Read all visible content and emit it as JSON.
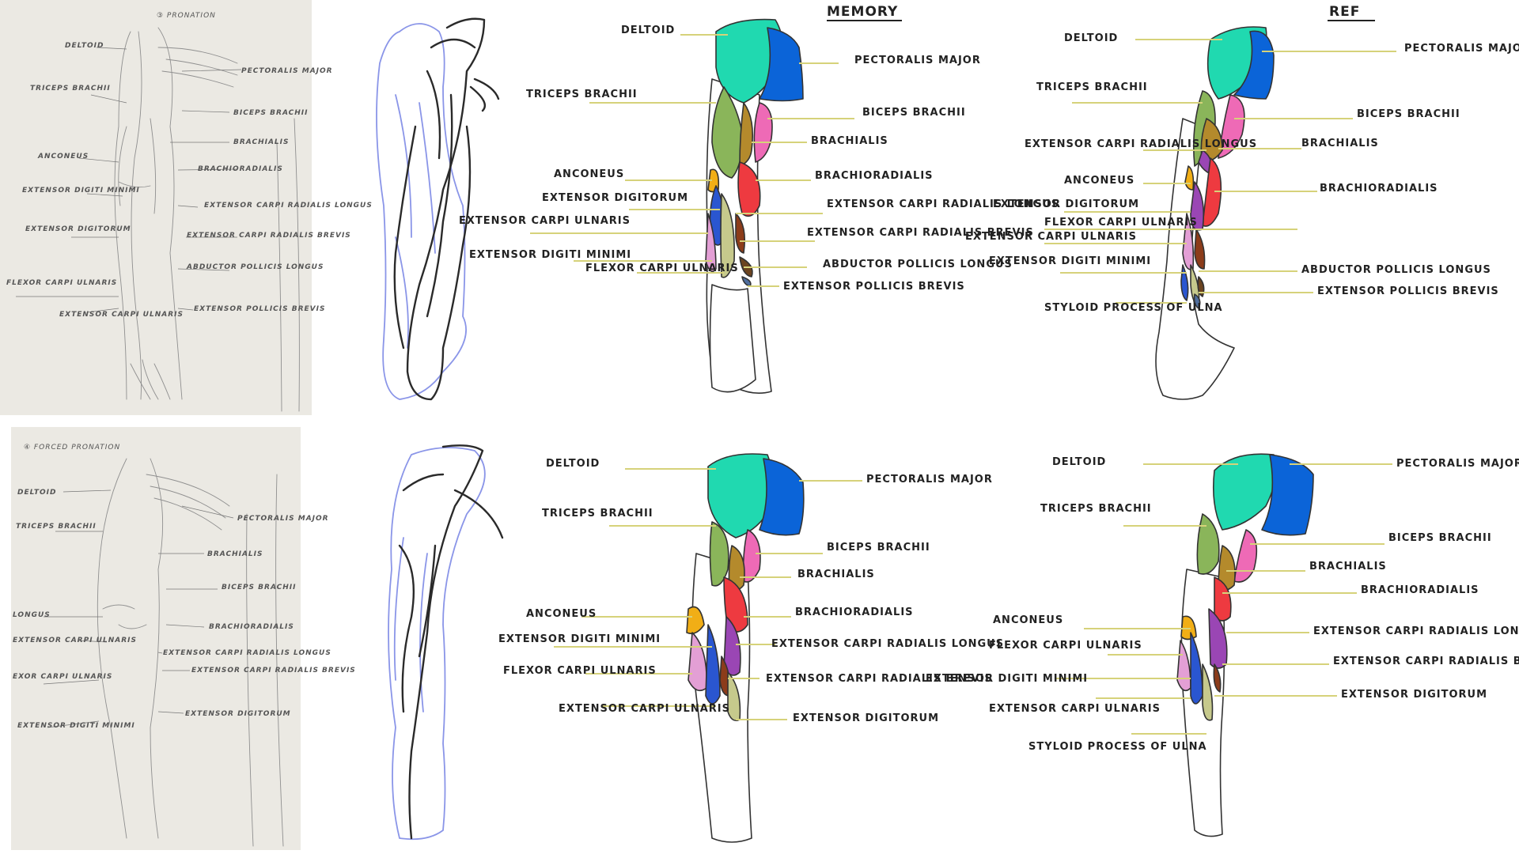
{
  "headers": {
    "memory": "MEMORY",
    "ref": "REF"
  },
  "pencil_sketches": {
    "top": {
      "caption": "③ PRONATION",
      "labels": [
        "DELTOID",
        "PECTORALIS MAJOR",
        "TRICEPS BRACHII",
        "BICEPS BRACHII",
        "BRACHIALIS",
        "ANCONEUS",
        "BRACHIORADIALIS",
        "EXTENSOR DIGITI MINIMI",
        "EXTENSOR CARPI RADIALIS LONGUS",
        "EXTENSOR DIGITORUM",
        "EXTENSOR CARPI RADIALIS BREVIS",
        "ABDUCTOR POLLICIS LONGUS",
        "FLEXOR CARPI ULNARIS",
        "EXTENSOR CARPI ULNARIS",
        "EXTENSOR POLLICIS BREVIS"
      ]
    },
    "bottom": {
      "caption": "④ FORCED PRONATION",
      "labels": [
        "DELTOID",
        "PECTORALIS MAJOR",
        "TRICEPS BRACHII",
        "BRACHIALIS",
        "BICEPS BRACHII",
        "LONGUS",
        "BRACHIORADIALIS",
        "EXTENSOR CARPI ULNARIS",
        "EXTENSOR CARPI RADIALIS LONGUS",
        "EXTENSOR CARPI RADIALIS BREVIS",
        "EXOR CARPI ULNARIS",
        "EXTENSOR DIGITORUM",
        "EXTENSOR DIGITI MINIMI"
      ]
    }
  },
  "diagrams": {
    "top_memory": {
      "labels": [
        "DELTOID",
        "PECTORALIS MAJOR",
        "TRICEPS BRACHII",
        "BICEPS BRACHII",
        "BRACHIALIS",
        "ANCONEUS",
        "BRACHIORADIALIS",
        "EXTENSOR DIGITORUM",
        "EXTENSOR CARPI RADIALIS LONGUS",
        "EXTENSOR CARPI ULNARIS",
        "EXTENSOR CARPI RADIALIS BREVIS",
        "EXTENSOR DIGITI MINIMI",
        "ABDUCTOR POLLICIS LONGUS",
        "FLEXOR CARPI ULNARIS",
        "EXTENSOR POLLICIS BREVIS"
      ]
    },
    "top_ref": {
      "labels": [
        "DELTOID",
        "PECTORALIS MAJOR",
        "TRICEPS BRACHII",
        "BICEPS BRACHII",
        "EXTENSOR CARPI RADIALIS LONGUS",
        "BRACHIALIS",
        "ANCONEUS",
        "BRACHIORADIALIS",
        "EXTENSOR DIGITORUM",
        "FLEXOR CARPI ULNARIS",
        "EXTENSOR CARPI ULNARIS",
        "EXTENSOR DIGITI MINIMI",
        "ABDUCTOR POLLICIS LONGUS",
        "EXTENSOR POLLICIS BREVIS",
        "STYLOID PROCESS OF ULNA"
      ]
    },
    "bottom_memory": {
      "labels": [
        "DELTOID",
        "PECTORALIS MAJOR",
        "TRICEPS BRACHII",
        "BICEPS BRACHII",
        "BRACHIALIS",
        "ANCONEUS",
        "BRACHIORADIALIS",
        "EXTENSOR DIGITI MINIMI",
        "EXTENSOR CARPI RADIALIS LONGUS",
        "FLEXOR CARPI ULNARIS",
        "EXTENSOR CARPI RADIALIS BREVIS",
        "EXTENSOR CARPI ULNARIS",
        "EXTENSOR DIGITORUM"
      ]
    },
    "bottom_ref": {
      "labels": [
        "DELTOID",
        "PECTORALIS MAJOR",
        "TRICEPS BRACHII",
        "BICEPS BRACHII",
        "BRACHIALIS",
        "BRACHIORADIALIS",
        "ANCONEUS",
        "EXTENSOR CARPI RADIALIS LONGUS",
        "FLEXOR CARPI ULNARIS",
        "EXTENSOR CARPI RADIALIS BREVIS",
        "EXTENSOR DIGITI MINIMI",
        "EXTENSOR DIGITORUM",
        "EXTENSOR CARPI ULNARIS",
        "STYLOID PROCESS OF ULNA"
      ]
    }
  },
  "muscle_colors": {
    "deltoid": "#20d9b0",
    "pectoralis_major": "#0b64d8",
    "triceps_brachii": "#8ab55a",
    "biceps_brachii": "#ee6ab6",
    "brachialis": "#b48a2c",
    "brachioradialis": "#ee3a40",
    "anconeus": "#f1ae16",
    "extensor_carpi_radialis_longus": "#9a46b4",
    "extensor_digitorum": "#2a56d0",
    "extensor_carpi_ulnaris": "#e39fd5",
    "flexor_carpi_ulnaris": "#c6c98c",
    "extensor_carpi_radialis_brevis": "#8c3c1a",
    "abductor_pollicis_longus": "#6c4420",
    "extensor_pollicis_brevis": "#4f6e9e",
    "leader_line": "#d6d27a",
    "outline_sketch": "#8a95e8"
  }
}
